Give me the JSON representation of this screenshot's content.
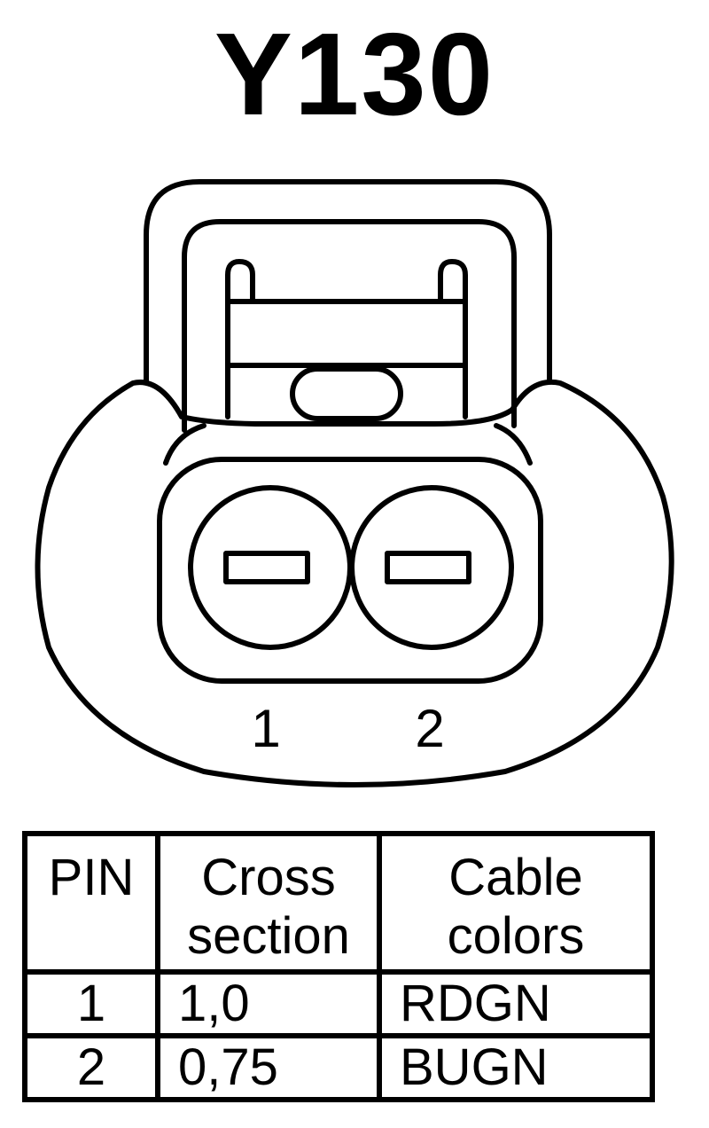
{
  "title": "Y130",
  "connector": {
    "pin_labels": [
      "1",
      "2"
    ]
  },
  "table": {
    "headers": [
      [
        "PIN"
      ],
      [
        "Cross",
        "section"
      ],
      [
        "Cable",
        "colors"
      ]
    ],
    "rows": [
      {
        "pin": "1",
        "cross_section": "1,0",
        "color": "RDGN"
      },
      {
        "pin": "2",
        "cross_section": "0,75",
        "color": "BUGN"
      }
    ]
  }
}
